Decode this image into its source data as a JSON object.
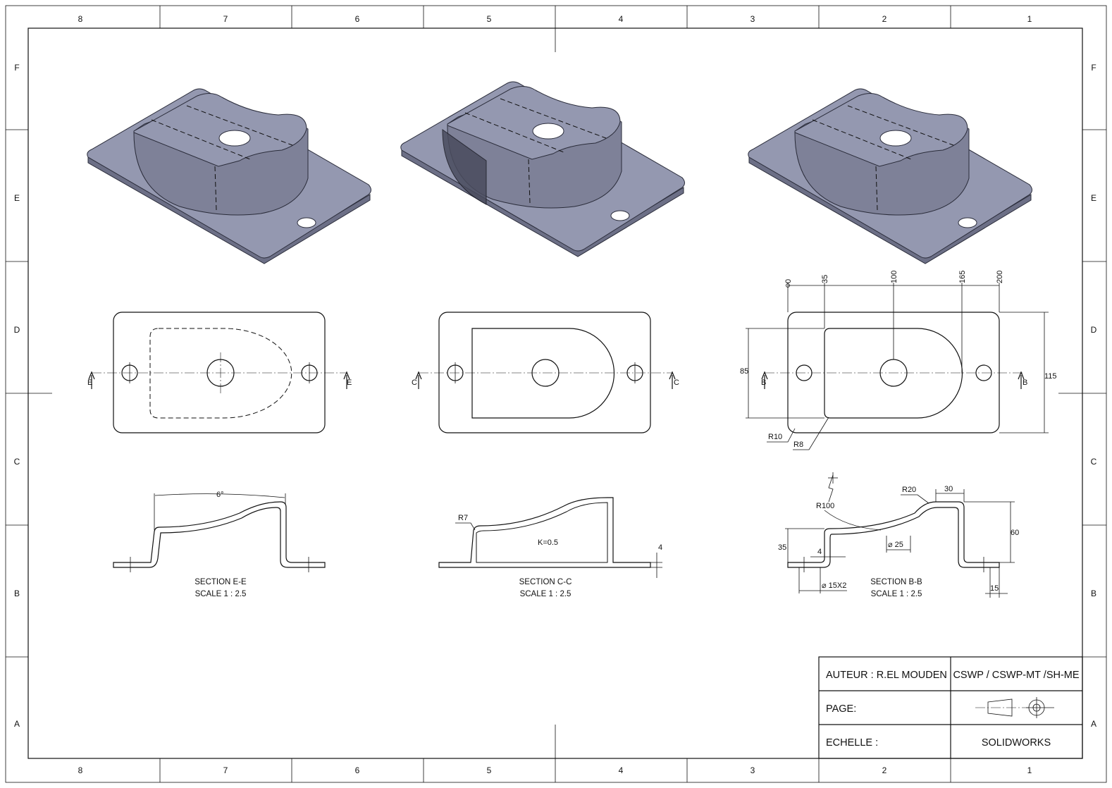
{
  "border": {
    "columns": [
      "8",
      "7",
      "6",
      "5",
      "4",
      "3",
      "2",
      "1"
    ],
    "rows": [
      "F",
      "E",
      "D",
      "C",
      "B",
      "A"
    ]
  },
  "views": {
    "section_e": {
      "caption": "SECTION E-E",
      "scale": "SCALE 1 : 2.5",
      "marker": "E",
      "angle": "6°"
    },
    "section_c": {
      "caption": "SECTION C-C",
      "scale": "SCALE 1 : 2.5",
      "marker": "C",
      "radius": "R7",
      "k_factor": "K=0.5",
      "thickness": "4"
    },
    "section_b": {
      "caption": "SECTION B-B",
      "scale": "SCALE 1 : 2.5",
      "marker": "B",
      "r20": "R20",
      "d30": "30",
      "r100": "R100",
      "d60": "60",
      "d35": "35",
      "d4": "4",
      "dia25": "⌀ 25",
      "holes": "⌀ 15X2",
      "d15": "15"
    },
    "top_b": {
      "ord_0": "0",
      "ord_35": "35",
      "ord_100": "100",
      "ord_165": "165",
      "ord_200": "200",
      "d85": "85",
      "d115": "115",
      "r10": "R10",
      "r8": "R8"
    }
  },
  "title_block": {
    "author": "AUTEUR :  R.EL MOUDEN",
    "cert": "CSWP / CSWP-MT /SH-ME",
    "page": "PAGE:",
    "scale": "ECHELLE :",
    "software": "SOLIDWORKS"
  },
  "colors": {
    "body_top": "#9498b0",
    "body_side": "#6c6f86",
    "line": "#111111"
  }
}
